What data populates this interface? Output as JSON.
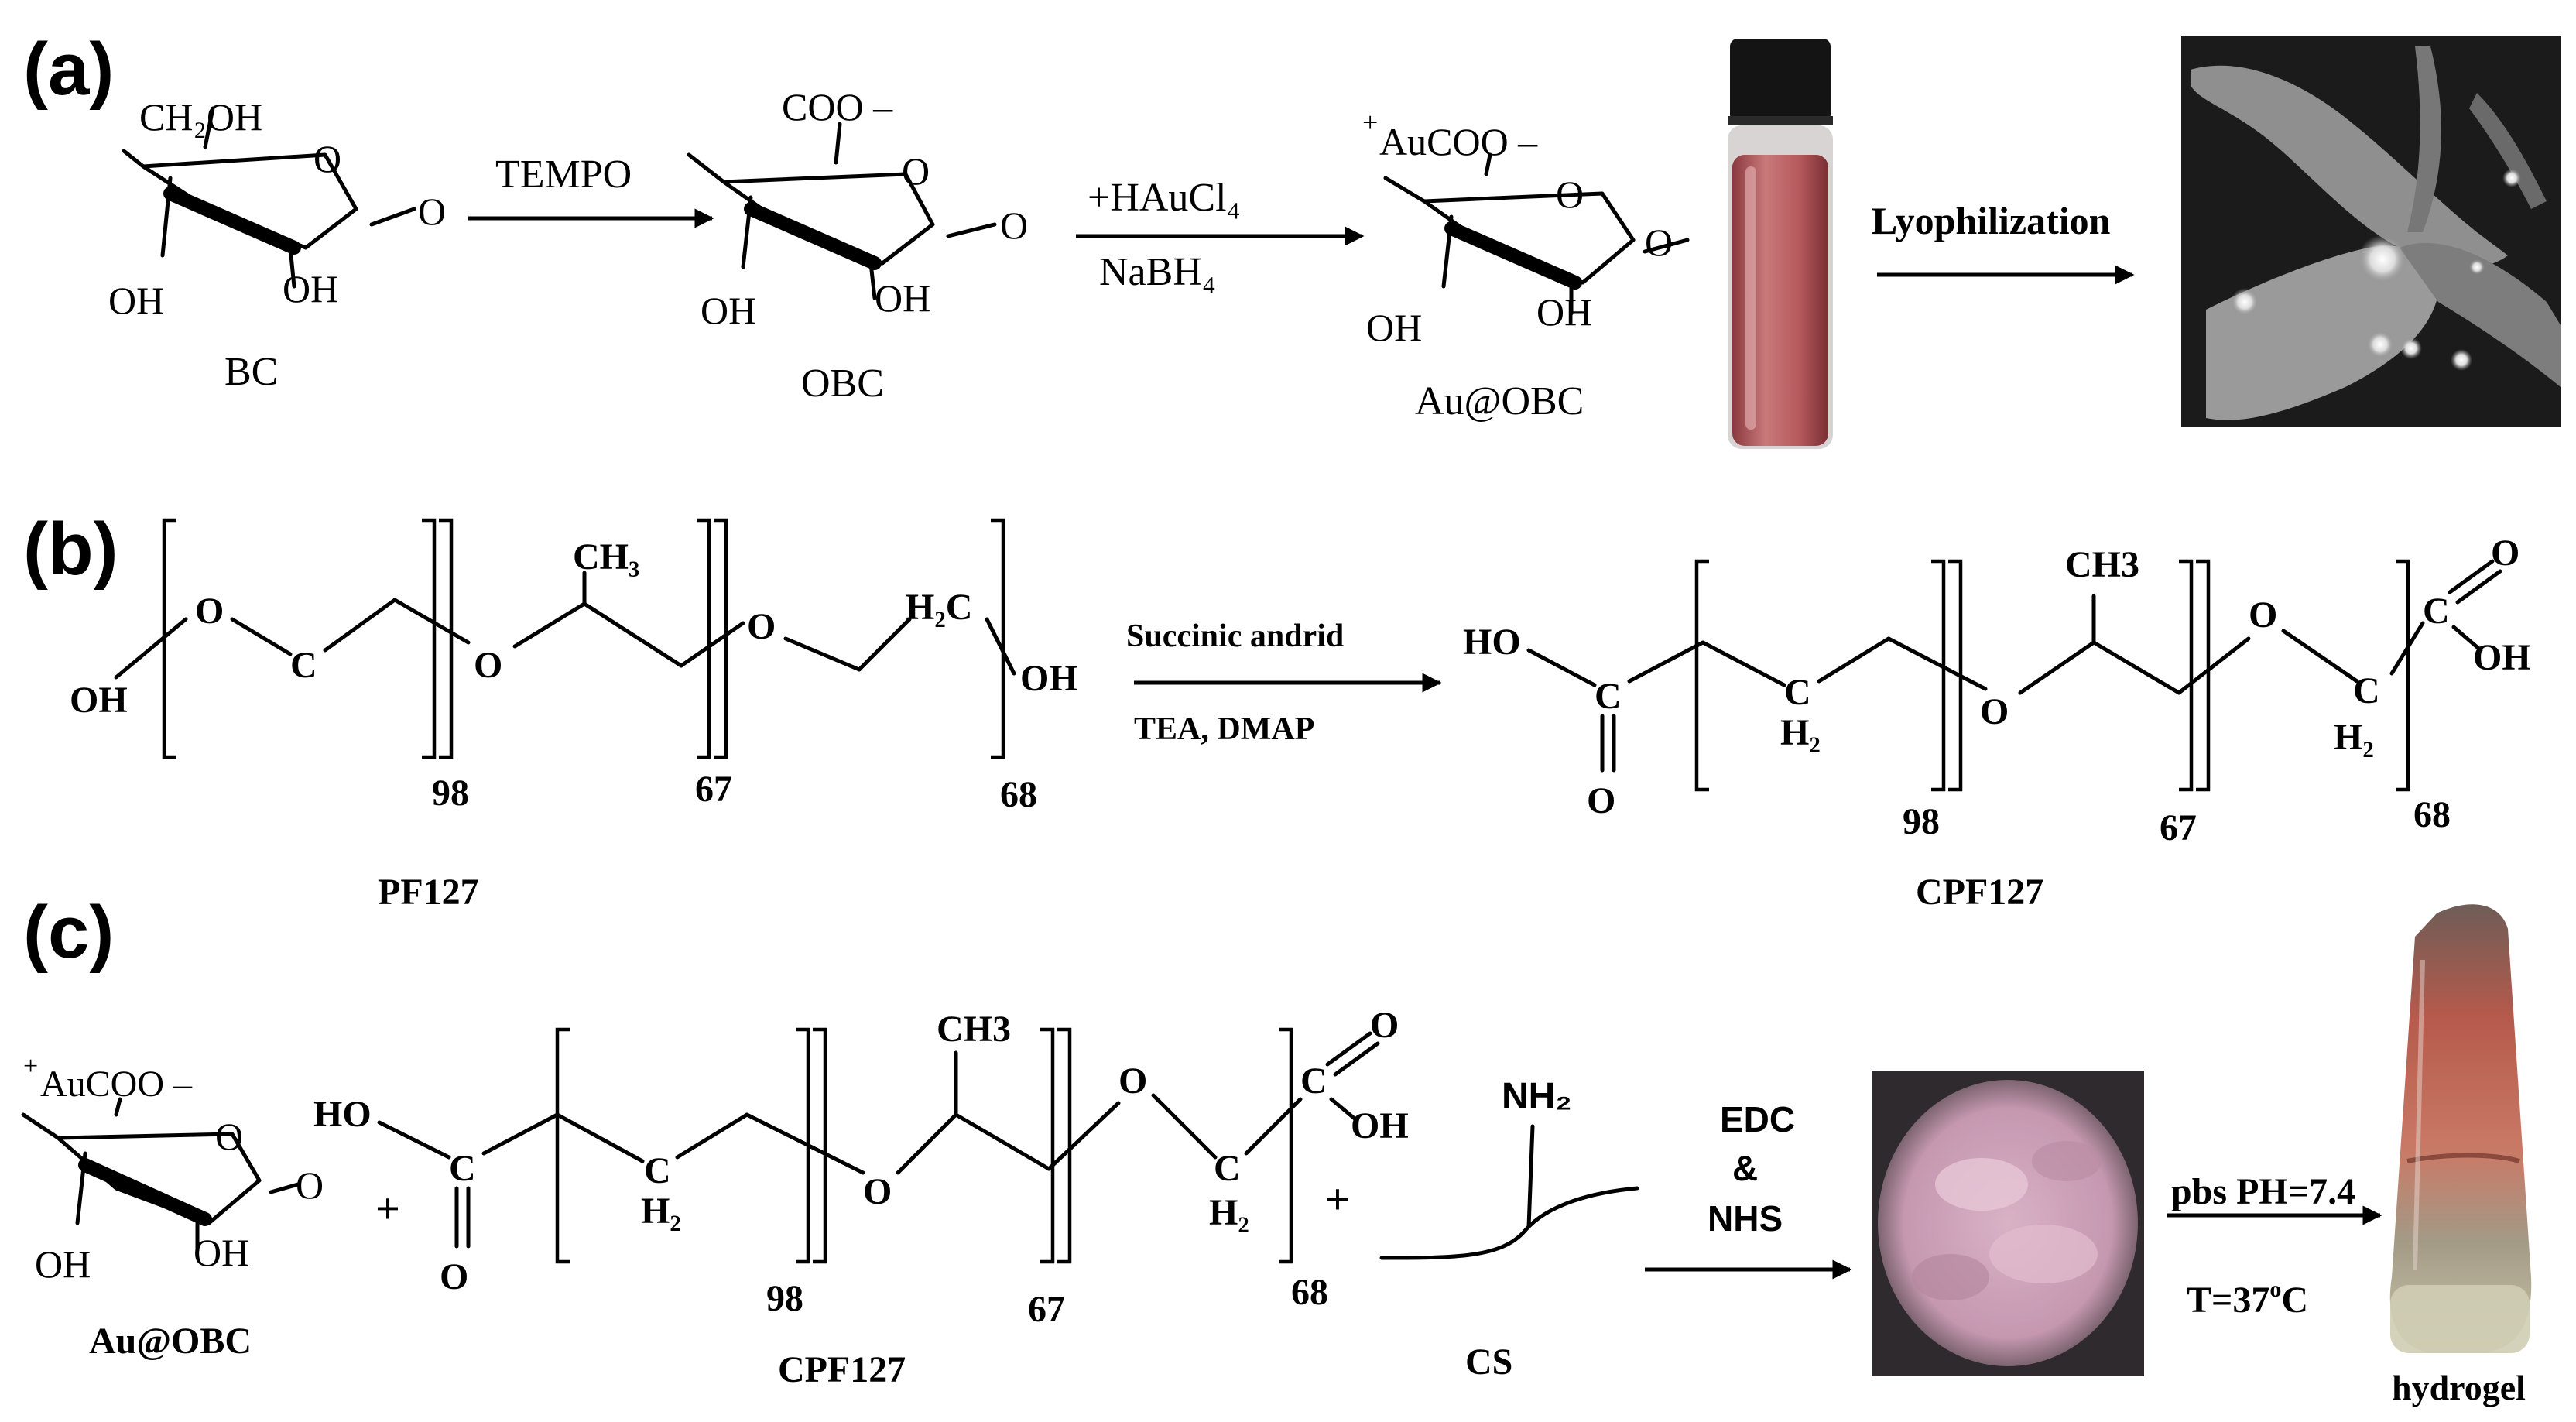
{
  "panels": {
    "a": "(a)",
    "b": "(b)",
    "c": "(c)"
  },
  "panel_a": {
    "bc": {
      "substituent": "CH₂OH",
      "o_ring": "O",
      "o_link": "O",
      "oh_left": "OH",
      "oh_right": "OH",
      "name": "BC"
    },
    "step1": {
      "reagent": "TEMPO"
    },
    "obc": {
      "substituent": "COO –",
      "o_ring": "O",
      "o_link": "O",
      "oh_left": "OH",
      "oh_right": "OH",
      "name": "OBC"
    },
    "step2": {
      "reagent_top": "+HAuCl₄",
      "reagent_bottom": "NaBH₄"
    },
    "au_obc": {
      "substituent_sup": "+",
      "substituent": "AuCOO –",
      "o_ring": "O",
      "o_link": "O",
      "oh_left": "OH",
      "oh_right": "OH",
      "name": "Au@OBC"
    },
    "step3": {
      "label": "Lyophilization"
    }
  },
  "panel_b": {
    "pf127": {
      "oh_start": "OH",
      "o1": "O",
      "c1": "C",
      "o2": "O",
      "ch3": "CH₃",
      "o3": "O",
      "h2c": "H₂C",
      "oh_end": "OH",
      "n1": "98",
      "n2": "67",
      "n3": "68",
      "name": "PF127"
    },
    "step": {
      "reagent_top": "Succinic andrid",
      "reagent_bottom": "TEA, DMAP"
    },
    "cpf127": {
      "ho": "HO",
      "c_carb1": "C",
      "o_dbl1": "O",
      "ch2_1": "C",
      "h2_1": "H₂",
      "o_eth1": "O",
      "ch3": "CH3",
      "o_eth2": "O",
      "ch2_2": "C",
      "h2_2": "H₂",
      "c_carb2": "C",
      "o_dbl2": "O",
      "oh": "OH",
      "n1": "98",
      "n2": "67",
      "n3": "68",
      "name": "CPF127"
    }
  },
  "panel_c": {
    "au_obc": {
      "substituent_sup": "+",
      "substituent": "AuCOO –",
      "o_ring": "O",
      "o_link": "O",
      "oh_left": "OH",
      "oh_right": "OH",
      "name": "Au@OBC"
    },
    "plus1": "+",
    "cpf127": {
      "ho": "HO",
      "c_carb1": "C",
      "o_dbl1": "O",
      "ch2_1": "C",
      "h2_1": "H₂",
      "o_eth1": "O",
      "ch3": "CH3",
      "o_eth2": "O",
      "ch2_2": "C",
      "h2_2": "H₂",
      "c_carb2": "C",
      "o_dbl2": "O",
      "oh": "OH",
      "n1": "98",
      "n2": "67",
      "n3": "68",
      "name": "CPF127"
    },
    "plus2": "+",
    "cs": {
      "nh2": "NH₂",
      "name": "CS"
    },
    "step1": {
      "line1": "EDC",
      "line2": "&",
      "line3": "NHS"
    },
    "step2": {
      "top": "pbs PH=7.4",
      "bottom_prefix": "T=37",
      "bottom_sup": "o",
      "bottom_suffix": "C"
    },
    "hydrogel": "hydrogel"
  }
}
